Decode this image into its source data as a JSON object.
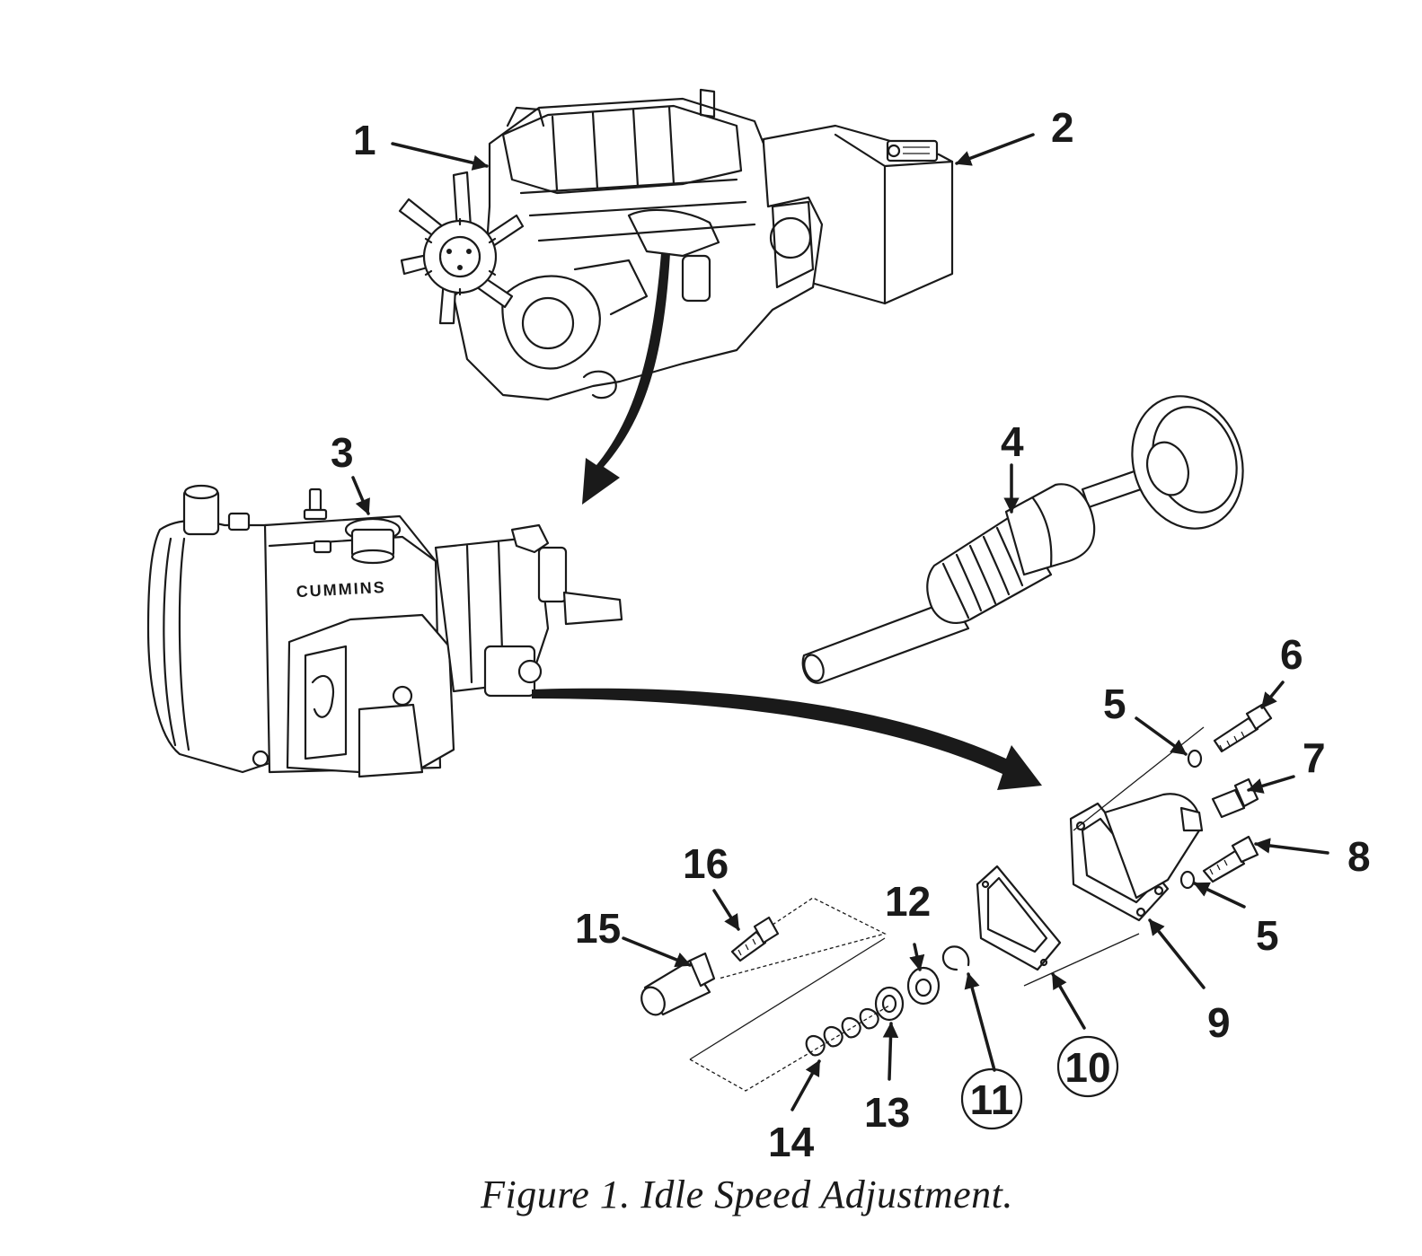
{
  "figure": {
    "caption": "Figure 1. Idle Speed Adjustment.",
    "callouts": {
      "c1": "1",
      "c2": "2",
      "c3": "3",
      "c4": "4",
      "c5a": "5",
      "c5b": "5",
      "c6": "6",
      "c7": "7",
      "c8": "8",
      "c9": "9",
      "c10": "10",
      "c11": "11",
      "c12": "12",
      "c13": "13",
      "c14": "14",
      "c15": "15",
      "c16": "16"
    },
    "pump_marking": "CUMMINS"
  }
}
